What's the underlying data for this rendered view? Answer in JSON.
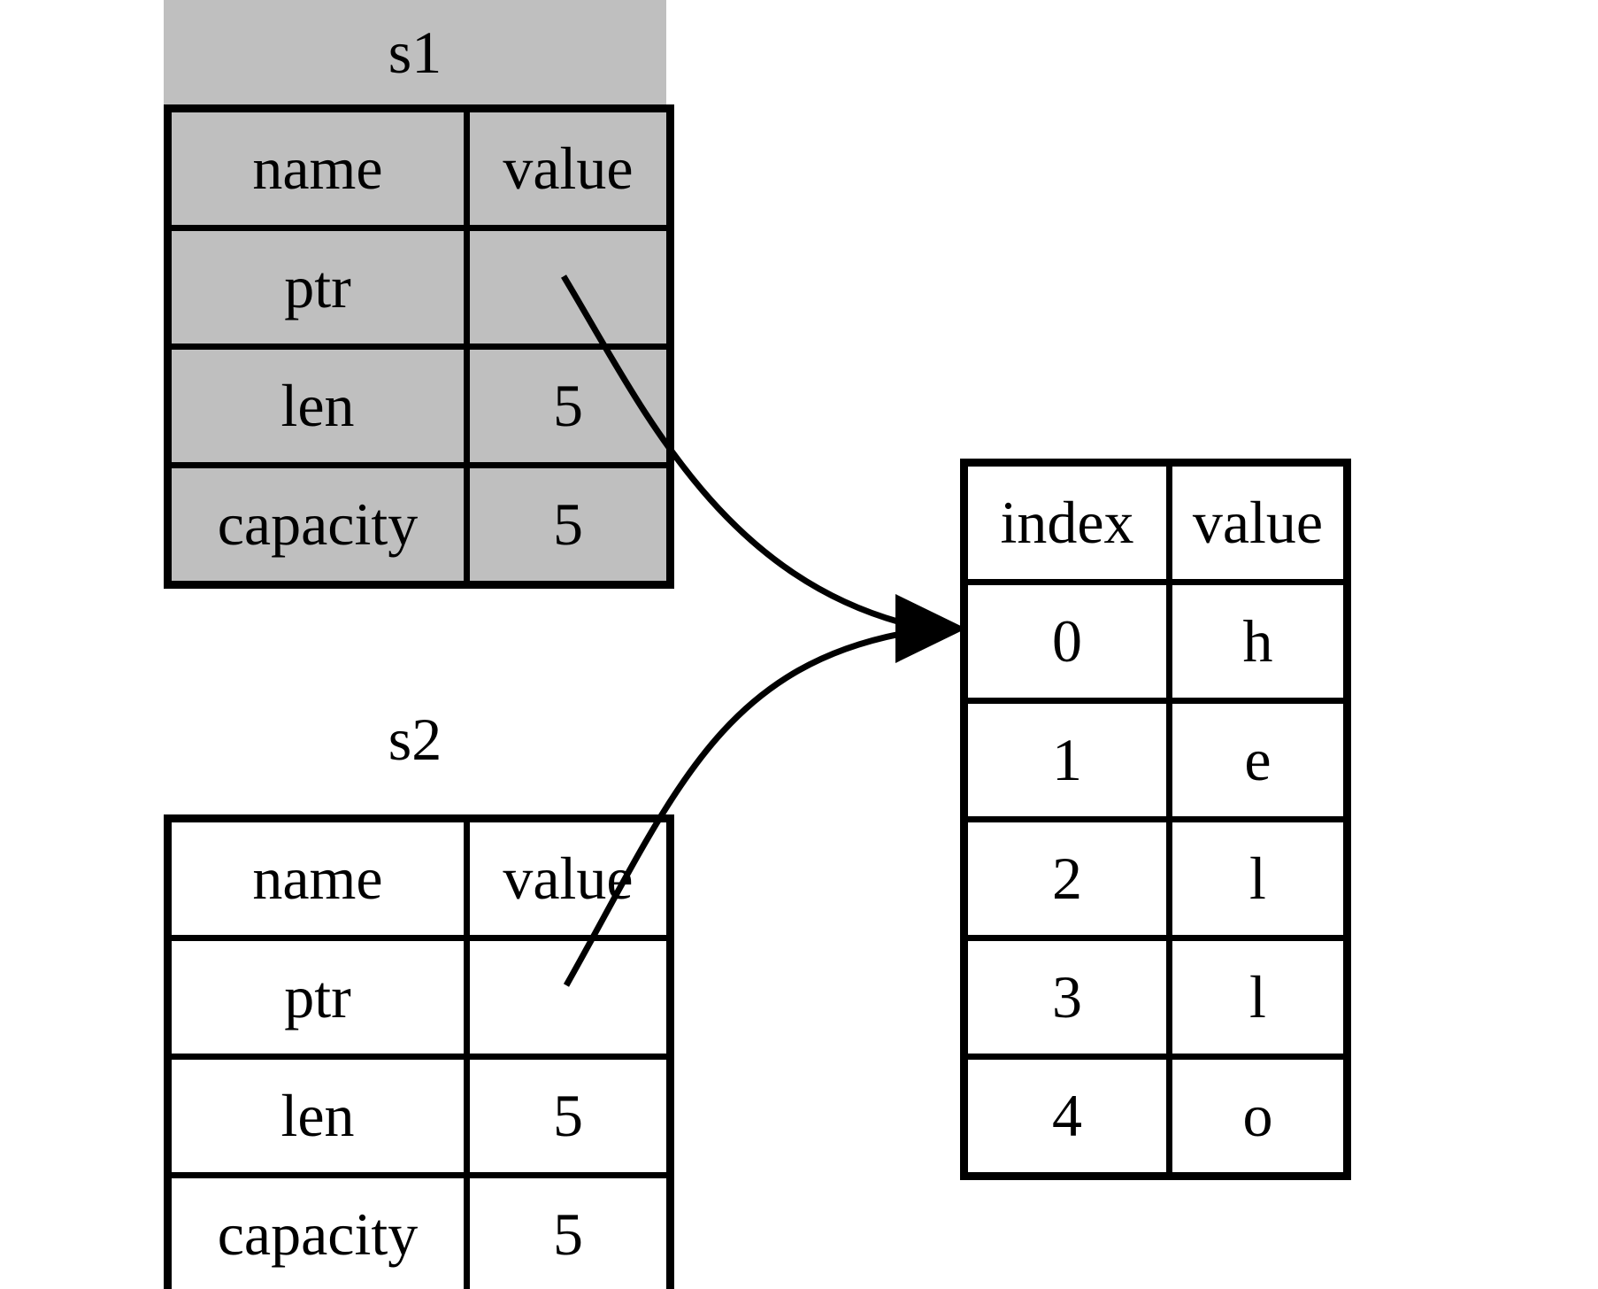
{
  "figure": {
    "background": "#ffffff",
    "colors": {
      "struct_fill": "#bfbfbf",
      "line": "#000000",
      "text": "#000000"
    },
    "s1": {
      "title": "s1",
      "columns": [
        "name",
        "value"
      ],
      "rows": [
        {
          "name": "ptr",
          "value": ""
        },
        {
          "name": "len",
          "value": "5"
        },
        {
          "name": "capacity",
          "value": "5"
        }
      ]
    },
    "s2": {
      "title": "s2",
      "columns": [
        "name",
        "value"
      ],
      "rows": [
        {
          "name": "ptr",
          "value": ""
        },
        {
          "name": "len",
          "value": "5"
        },
        {
          "name": "capacity",
          "value": "5"
        }
      ]
    },
    "heap": {
      "columns": [
        "index",
        "value"
      ],
      "rows": [
        {
          "index": "0",
          "value": "h"
        },
        {
          "index": "1",
          "value": "e"
        },
        {
          "index": "2",
          "value": "l"
        },
        {
          "index": "3",
          "value": "l"
        },
        {
          "index": "4",
          "value": "o"
        }
      ]
    }
  }
}
